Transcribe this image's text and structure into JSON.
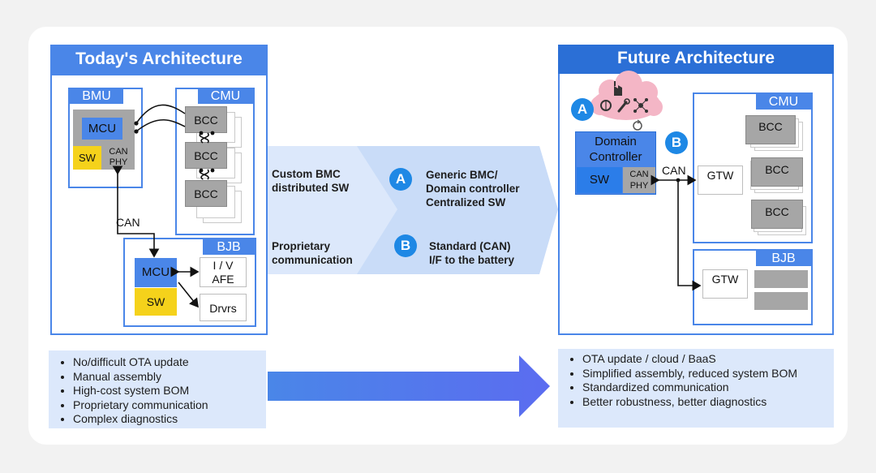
{
  "today": {
    "title": "Today's Architecture",
    "bmu": {
      "label": "BMU",
      "mcu": "MCU",
      "sw": "SW",
      "can_phy": "CAN\nPHY"
    },
    "cmu": {
      "label": "CMU",
      "bcc": [
        "BCC",
        "BCC",
        "BCC"
      ]
    },
    "can_label": "CAN",
    "bjb": {
      "label": "BJB",
      "mcu": "MCU",
      "sw": "SW",
      "iv_afe": "I / V\nAFE",
      "drvrs": "Drvrs"
    },
    "bullets": [
      "No/difficult OTA update",
      "Manual assembly",
      "High-cost system BOM",
      "Proprietary communication",
      "Complex diagnostics"
    ]
  },
  "middle": {
    "row1_left": "Custom BMC\ndistributed SW",
    "row1_badge": "A",
    "row1_right": "Generic BMC/\nDomain controller\nCentralized SW",
    "row2_left": "Proprietary\ncommunication",
    "row2_badge": "B",
    "row2_right": "Standard (CAN)\nI/F to the battery"
  },
  "future": {
    "title": "Future Architecture",
    "badge_a": "A",
    "badge_b": "B",
    "domain_controller": "Domain\nController",
    "sw": "SW",
    "can_phy": "CAN\nPHY",
    "can_label": "CAN",
    "cmu": {
      "label": "CMU",
      "gtw": "GTW",
      "bcc": [
        "BCC",
        "BCC",
        "BCC"
      ]
    },
    "bjb": {
      "label": "BJB",
      "gtw": "GTW"
    },
    "bullets": [
      "OTA update / cloud / BaaS",
      "Simplified assembly, reduced system BOM",
      "Standardized communication",
      "Better robustness, better diagnostics"
    ]
  },
  "colors": {
    "accent": "#4a86e8",
    "badge": "#1e88e5",
    "sw_yellow": "#f5d21b",
    "cloud_pink": "#f4b6c6",
    "band": "#dce8fb",
    "arrow_start": "#4a86e8",
    "arrow_end": "#5b6cf0"
  },
  "icons": [
    "factory-icon",
    "brain-icon",
    "wrench-icon",
    "network-icon",
    "refresh-icon"
  ]
}
